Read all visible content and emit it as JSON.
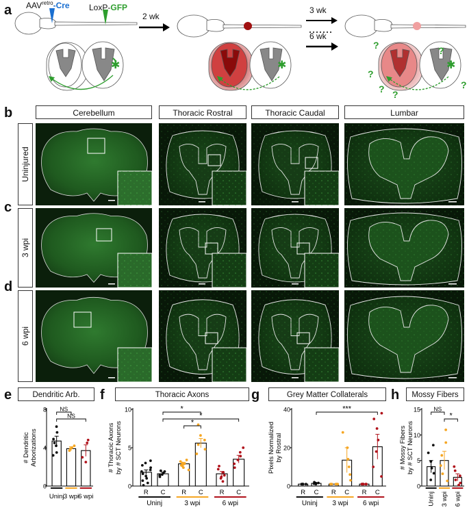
{
  "schematic": {
    "panel_label": "a",
    "virus_label": "AAV",
    "virus_sup": "retro",
    "virus_cre": "-Cre",
    "loxp_label": "LoxP-",
    "gfp_label": "GFP",
    "arrow1_label": "2 wk",
    "arrow2_label": "3 wk",
    "arrow3_label": "6 wk",
    "question_mark": "?"
  },
  "micrographs": {
    "column_headers": [
      "Cerebellum",
      "Thoracic Rostral",
      "Thoracic Caudal",
      "Lumbar"
    ],
    "rows": [
      {
        "panel_label": "b",
        "row_label": "Uninjured"
      },
      {
        "panel_label": "c",
        "row_label": "3 wpi"
      },
      {
        "panel_label": "d",
        "row_label": "6 wpi"
      }
    ]
  },
  "colors": {
    "green": "#2e9e2e",
    "blue": "#1a6fd0",
    "orange": "#f5a623",
    "red": "#b0121b",
    "black": "#111111"
  },
  "chart_data": [
    {
      "panel_label": "e",
      "type": "bar",
      "title": "Dendritic Arb.",
      "ylabel": "# Dendritic Arborizations",
      "categories": [
        "Uninj",
        "3 wpi",
        "6 wpi"
      ],
      "values": [
        4.7,
        3.9,
        3.7
      ],
      "errors": [
        0.5,
        0.2,
        0.6
      ],
      "ylim": [
        0,
        8
      ],
      "yticks": [
        0,
        4,
        8
      ],
      "significance": [
        {
          "a": 0,
          "b": 1,
          "label": "NS"
        },
        {
          "a": 0,
          "b": 2,
          "label": "NS"
        }
      ],
      "points": [
        [
          6.2,
          5.6,
          4.9,
          4.5,
          4.2,
          3.5,
          3.2
        ],
        [
          4.2,
          4.0,
          3.9,
          3.7
        ],
        [
          4.8,
          4.5,
          3.0,
          2.5
        ]
      ]
    },
    {
      "panel_label": "f",
      "type": "bar",
      "title": "Thoracic Axons",
      "ylabel": "# Thoracic Axons by # SCT Neurons",
      "groups": [
        "Uninj",
        "3 wpi",
        "6 wpi"
      ],
      "categories": [
        "R",
        "C",
        "R",
        "C",
        "R",
        "C"
      ],
      "values": [
        1.8,
        1.6,
        2.9,
        5.6,
        1.6,
        3.5
      ],
      "errors": [
        0.3,
        0.2,
        0.2,
        0.6,
        0.3,
        0.5
      ],
      "ylim": [
        0,
        10
      ],
      "yticks": [
        0,
        5,
        10
      ],
      "significance": [
        {
          "a": 1,
          "b": 3,
          "label": "*"
        },
        {
          "a": 1,
          "b": 5,
          "label": "*"
        },
        {
          "a": 2,
          "b": 3,
          "label": "*"
        }
      ],
      "points": [
        [
          0.1,
          0.4,
          0.7,
          1.0,
          1.3,
          1.6,
          1.9,
          2.1,
          2.4,
          2.7,
          3.0,
          3.3
        ],
        [
          1.2,
          1.5,
          1.7,
          1.9,
          2.0,
          1.4
        ],
        [
          2.1,
          2.4,
          2.7,
          2.9,
          3.0,
          3.2,
          3.4,
          2.6,
          2.8
        ],
        [
          4.2,
          4.8,
          5.4,
          6.0,
          6.6,
          8.0
        ],
        [
          0.6,
          1.0,
          1.4,
          1.8,
          2.2,
          2.6,
          1.2
        ],
        [
          2.4,
          2.9,
          3.4,
          3.9,
          4.4,
          5.0
        ]
      ]
    },
    {
      "panel_label": "g",
      "type": "bar",
      "title": "Grey Matter Collaterals",
      "ylabel": "Pixels Normalized by Rostral",
      "groups": [
        "Uninj",
        "3 wpi",
        "6 wpi"
      ],
      "categories": [
        "R",
        "C",
        "R",
        "C",
        "R",
        "C"
      ],
      "values": [
        1.0,
        1.4,
        1.0,
        13.5,
        1.0,
        20.5
      ],
      "errors": [
        0,
        0.3,
        0,
        6.5,
        0,
        6.5
      ],
      "ylim": [
        0,
        40
      ],
      "yticks": [
        0,
        20,
        40
      ],
      "significance": [
        {
          "a": 1,
          "b": 5,
          "label": "***"
        }
      ],
      "points": [
        [
          1,
          1,
          1,
          1,
          1
        ],
        [
          1.0,
          1.5,
          2.0,
          1.2,
          1.6
        ],
        [
          1,
          1,
          1,
          1,
          1
        ],
        [
          3,
          6,
          10,
          14,
          20,
          28
        ],
        [
          1,
          1,
          1,
          1,
          1,
          1,
          1
        ],
        [
          5,
          10,
          18,
          24,
          30,
          35,
          38
        ]
      ]
    },
    {
      "panel_label": "h",
      "type": "bar",
      "title": "Mossy Fibers",
      "ylabel": "# Mossy Fibers by # SCT Neurons",
      "categories": [
        "Uninj",
        "3 wpi",
        "6 wpi"
      ],
      "values": [
        3.8,
        5.0,
        1.7
      ],
      "errors": [
        1.2,
        1.8,
        0.7
      ],
      "ylim": [
        0,
        15
      ],
      "yticks": [
        0,
        5,
        10,
        15
      ],
      "significance": [
        {
          "a": 0,
          "b": 1,
          "label": "NS"
        },
        {
          "a": 1,
          "b": 2,
          "label": "*"
        }
      ],
      "points": [
        [
          1.2,
          2.5,
          3.5,
          4.8,
          6.5,
          8.0
        ],
        [
          1.0,
          2.4,
          4.0,
          6.0,
          8.5,
          11.0
        ],
        [
          0.2,
          0.6,
          1.2,
          2.0,
          3.0,
          3.8
        ]
      ]
    }
  ]
}
